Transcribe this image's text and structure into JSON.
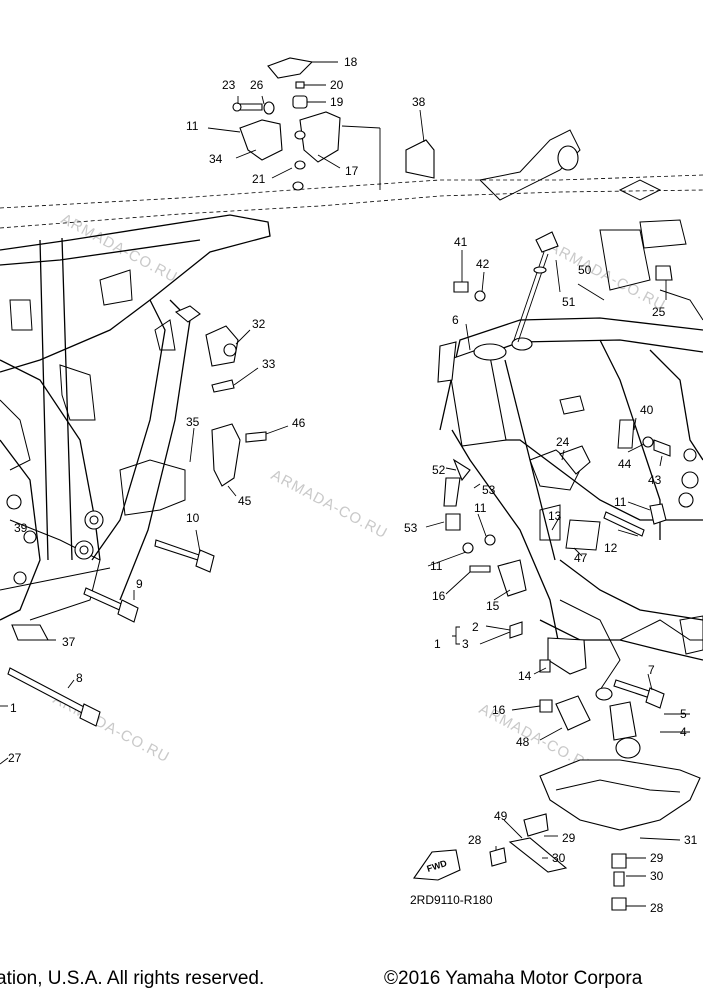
{
  "watermark": "ARMADA-CO.RU",
  "diagram_code": "2RD9110-R180",
  "fwd_label": "FWD",
  "footer": {
    "left": "ation, U.S.A. All rights reserved.",
    "right": "©2016 Yamaha Motor Corpora"
  },
  "callouts": {
    "c18": "18",
    "c20": "20",
    "c19": "19",
    "c23": "23",
    "c26": "26",
    "c11a": "11",
    "c34": "34",
    "c17": "17",
    "c21": "21",
    "c38": "38",
    "c32": "32",
    "c33": "33",
    "c35": "35",
    "c46": "46",
    "c45": "45",
    "c10": "10",
    "c39": "39",
    "c9": "9",
    "c37": "37",
    "c8": "8",
    "c1a": "1",
    "c27": "27",
    "c41": "41",
    "c42": "42",
    "c50": "50",
    "c51": "51",
    "c25": "25",
    "c6": "6",
    "c40": "40",
    "c44": "44",
    "c43": "43",
    "c24": "24",
    "c52": "52",
    "c53a": "53",
    "c53b": "53",
    "c11b": "11",
    "c11c": "11",
    "c11d": "11",
    "c13": "13",
    "c47": "47",
    "c12": "12",
    "c16a": "16",
    "c15": "15",
    "c2": "2",
    "c1b": "1",
    "c3": "3",
    "c14": "14",
    "c7": "7",
    "c16b": "16",
    "c5": "5",
    "c48": "48",
    "c4": "4",
    "c49": "49",
    "c28a": "28",
    "c29a": "29",
    "c30a": "30",
    "c31": "31",
    "c29b": "29",
    "c30b": "30",
    "c28b": "28"
  }
}
